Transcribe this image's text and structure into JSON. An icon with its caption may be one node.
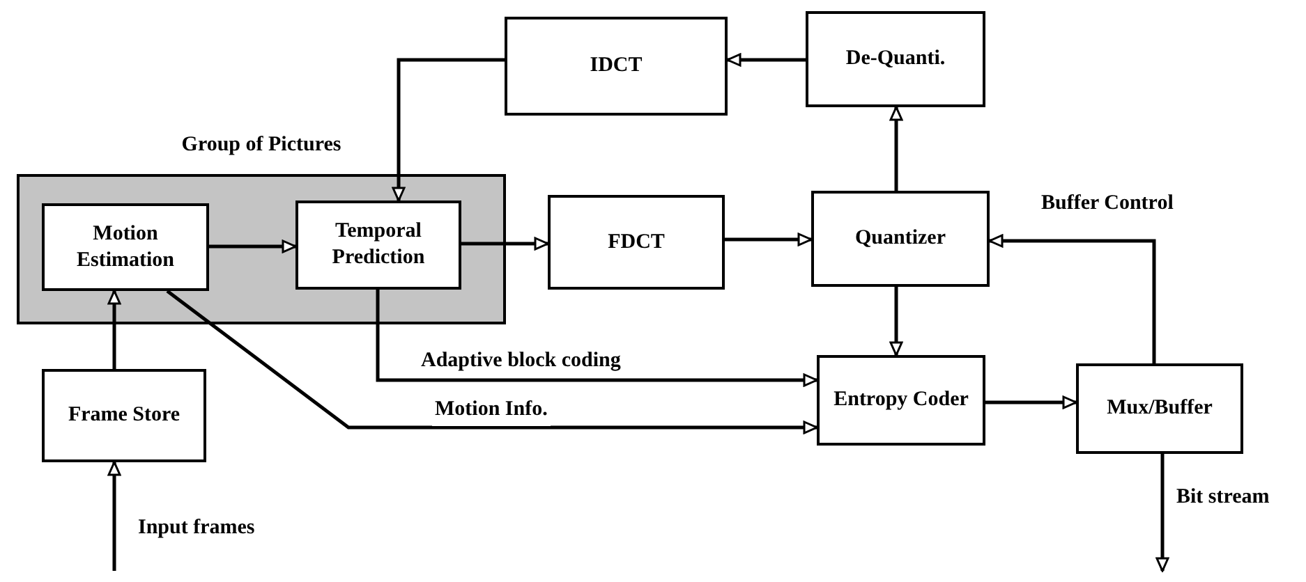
{
  "diagram": {
    "nodes": [
      {
        "text": [
          "Group of Pictures"
        ]
      },
      {
        "text": [
          "Motion Estimation"
        ],
        "in": 0
      },
      {
        "text": [
          "Temporal Prediction"
        ],
        "in": 0
      },
      {
        "text": [
          "IDCT"
        ]
      },
      {
        "text": [
          "De-Quanti."
        ]
      },
      {
        "text": [
          "FDCT"
        ]
      },
      {
        "text": [
          "Quantizer"
        ]
      },
      {
        "text": [
          "Entropy Coder"
        ]
      },
      {
        "text": [
          "Mux/Buffer"
        ]
      },
      {
        "text": [
          "Frame Store"
        ]
      }
    ],
    "edges": [
      {
        "from": null,
        "to": 9,
        "arrow": "to",
        "label": "Input frames"
      },
      {
        "from": 9,
        "to": 1,
        "arrow": "to"
      },
      {
        "from": 1,
        "to": 2,
        "arrow": "to"
      },
      {
        "from": 2,
        "to": 5,
        "arrow": "to"
      },
      {
        "from": 5,
        "to": 6,
        "arrow": "to"
      },
      {
        "from": 6,
        "to": 4,
        "arrow": "to"
      },
      {
        "from": 4,
        "to": 3,
        "arrow": "to"
      },
      {
        "from": 3,
        "to": 2,
        "arrow": "to"
      },
      {
        "from": 6,
        "to": 7,
        "arrow": "to"
      },
      {
        "from": 2,
        "to": 7,
        "arrow": "to",
        "label": "Adaptive block coding"
      },
      {
        "from": 1,
        "to": 7,
        "arrow": "to",
        "label": "Motion Info."
      },
      {
        "from": 7,
        "to": 8,
        "arrow": "to"
      },
      {
        "from": 8,
        "to": 6,
        "arrow": "to",
        "label": "Buffer Control"
      },
      {
        "from": 8,
        "to": null,
        "arrow": "to",
        "label": "Bit stream"
      }
    ]
  }
}
